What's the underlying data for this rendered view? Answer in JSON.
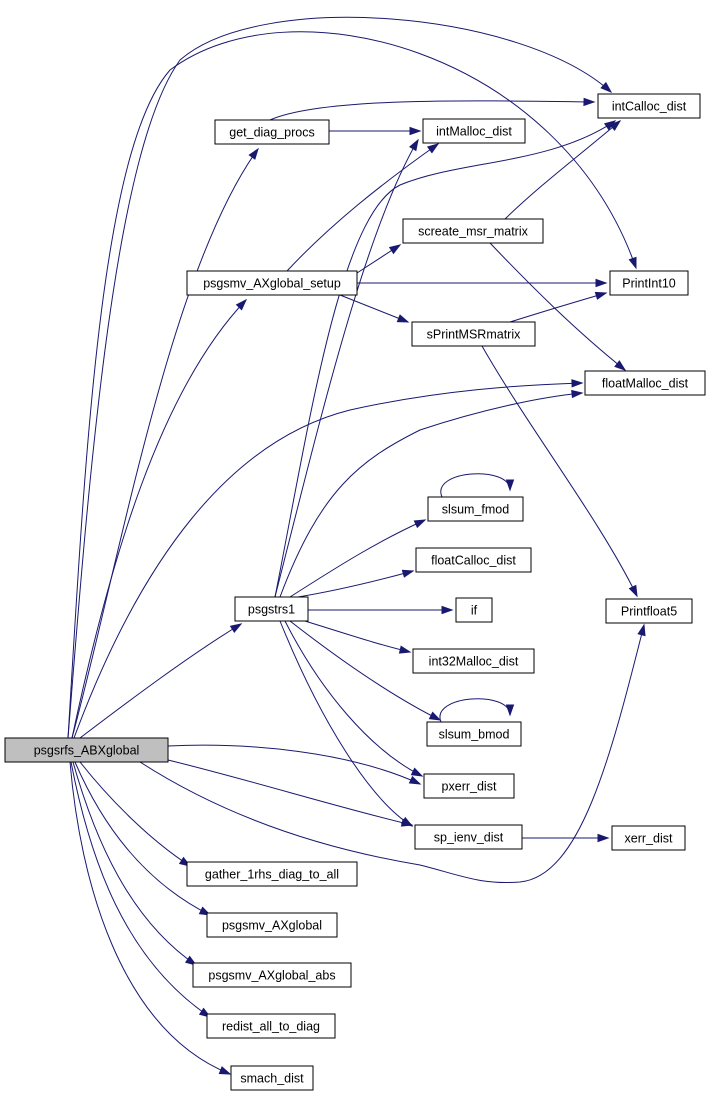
{
  "nodes": {
    "root": "psgsrfs_ABXglobal",
    "get_diag_procs": "get_diag_procs",
    "intMalloc_dist": "intMalloc_dist",
    "intCalloc_dist": "intCalloc_dist",
    "screate_msr_matrix": "screate_msr_matrix",
    "psgsmv_AXglobal_setup": "psgsmv_AXglobal_setup",
    "PrintInt10": "PrintInt10",
    "sPrintMSRmatrix": "sPrintMSRmatrix",
    "floatMalloc_dist": "floatMalloc_dist",
    "slsum_fmod": "slsum_fmod",
    "floatCalloc_dist": "floatCalloc_dist",
    "psgstrs1": "psgstrs1",
    "if": "if",
    "Printfloat5": "Printfloat5",
    "int32Malloc_dist": "int32Malloc_dist",
    "slsum_bmod": "slsum_bmod",
    "pxerr_dist": "pxerr_dist",
    "sp_ienv_dist": "sp_ienv_dist",
    "xerr_dist": "xerr_dist",
    "gather_1rhs_diag_to_all": "gather_1rhs_diag_to_all",
    "psgsmv_AXglobal": "psgsmv_AXglobal",
    "psgsmv_AXglobal_abs": "psgsmv_AXglobal_abs",
    "redist_all_to_diag": "redist_all_to_diag",
    "smach_dist": "smach_dist"
  },
  "edges": [
    [
      "root",
      "get_diag_procs"
    ],
    [
      "root",
      "intCalloc_dist"
    ],
    [
      "root",
      "PrintInt10"
    ],
    [
      "root",
      "psgsmv_AXglobal_setup"
    ],
    [
      "root",
      "floatMalloc_dist"
    ],
    [
      "root",
      "psgstrs1"
    ],
    [
      "root",
      "pxerr_dist"
    ],
    [
      "root",
      "sp_ienv_dist"
    ],
    [
      "root",
      "Printfloat5"
    ],
    [
      "root",
      "gather_1rhs_diag_to_all"
    ],
    [
      "root",
      "psgsmv_AXglobal"
    ],
    [
      "root",
      "psgsmv_AXglobal_abs"
    ],
    [
      "root",
      "redist_all_to_diag"
    ],
    [
      "root",
      "smach_dist"
    ],
    [
      "get_diag_procs",
      "intCalloc_dist"
    ],
    [
      "get_diag_procs",
      "intMalloc_dist"
    ],
    [
      "psgsmv_AXglobal_setup",
      "intMalloc_dist"
    ],
    [
      "psgsmv_AXglobal_setup",
      "screate_msr_matrix"
    ],
    [
      "psgsmv_AXglobal_setup",
      "PrintInt10"
    ],
    [
      "psgsmv_AXglobal_setup",
      "sPrintMSRmatrix"
    ],
    [
      "screate_msr_matrix",
      "intCalloc_dist"
    ],
    [
      "screate_msr_matrix",
      "floatMalloc_dist"
    ],
    [
      "sPrintMSRmatrix",
      "PrintInt10"
    ],
    [
      "sPrintMSRmatrix",
      "Printfloat5"
    ],
    [
      "psgstrs1",
      "intMalloc_dist"
    ],
    [
      "psgstrs1",
      "intCalloc_dist"
    ],
    [
      "psgstrs1",
      "floatMalloc_dist"
    ],
    [
      "psgstrs1",
      "slsum_fmod"
    ],
    [
      "psgstrs1",
      "floatCalloc_dist"
    ],
    [
      "psgstrs1",
      "if"
    ],
    [
      "psgstrs1",
      "int32Malloc_dist"
    ],
    [
      "psgstrs1",
      "slsum_bmod"
    ],
    [
      "psgstrs1",
      "pxerr_dist"
    ],
    [
      "psgstrs1",
      "sp_ienv_dist"
    ],
    [
      "slsum_fmod",
      "slsum_fmod"
    ],
    [
      "slsum_bmod",
      "slsum_bmod"
    ],
    [
      "sp_ienv_dist",
      "xerr_dist"
    ]
  ]
}
